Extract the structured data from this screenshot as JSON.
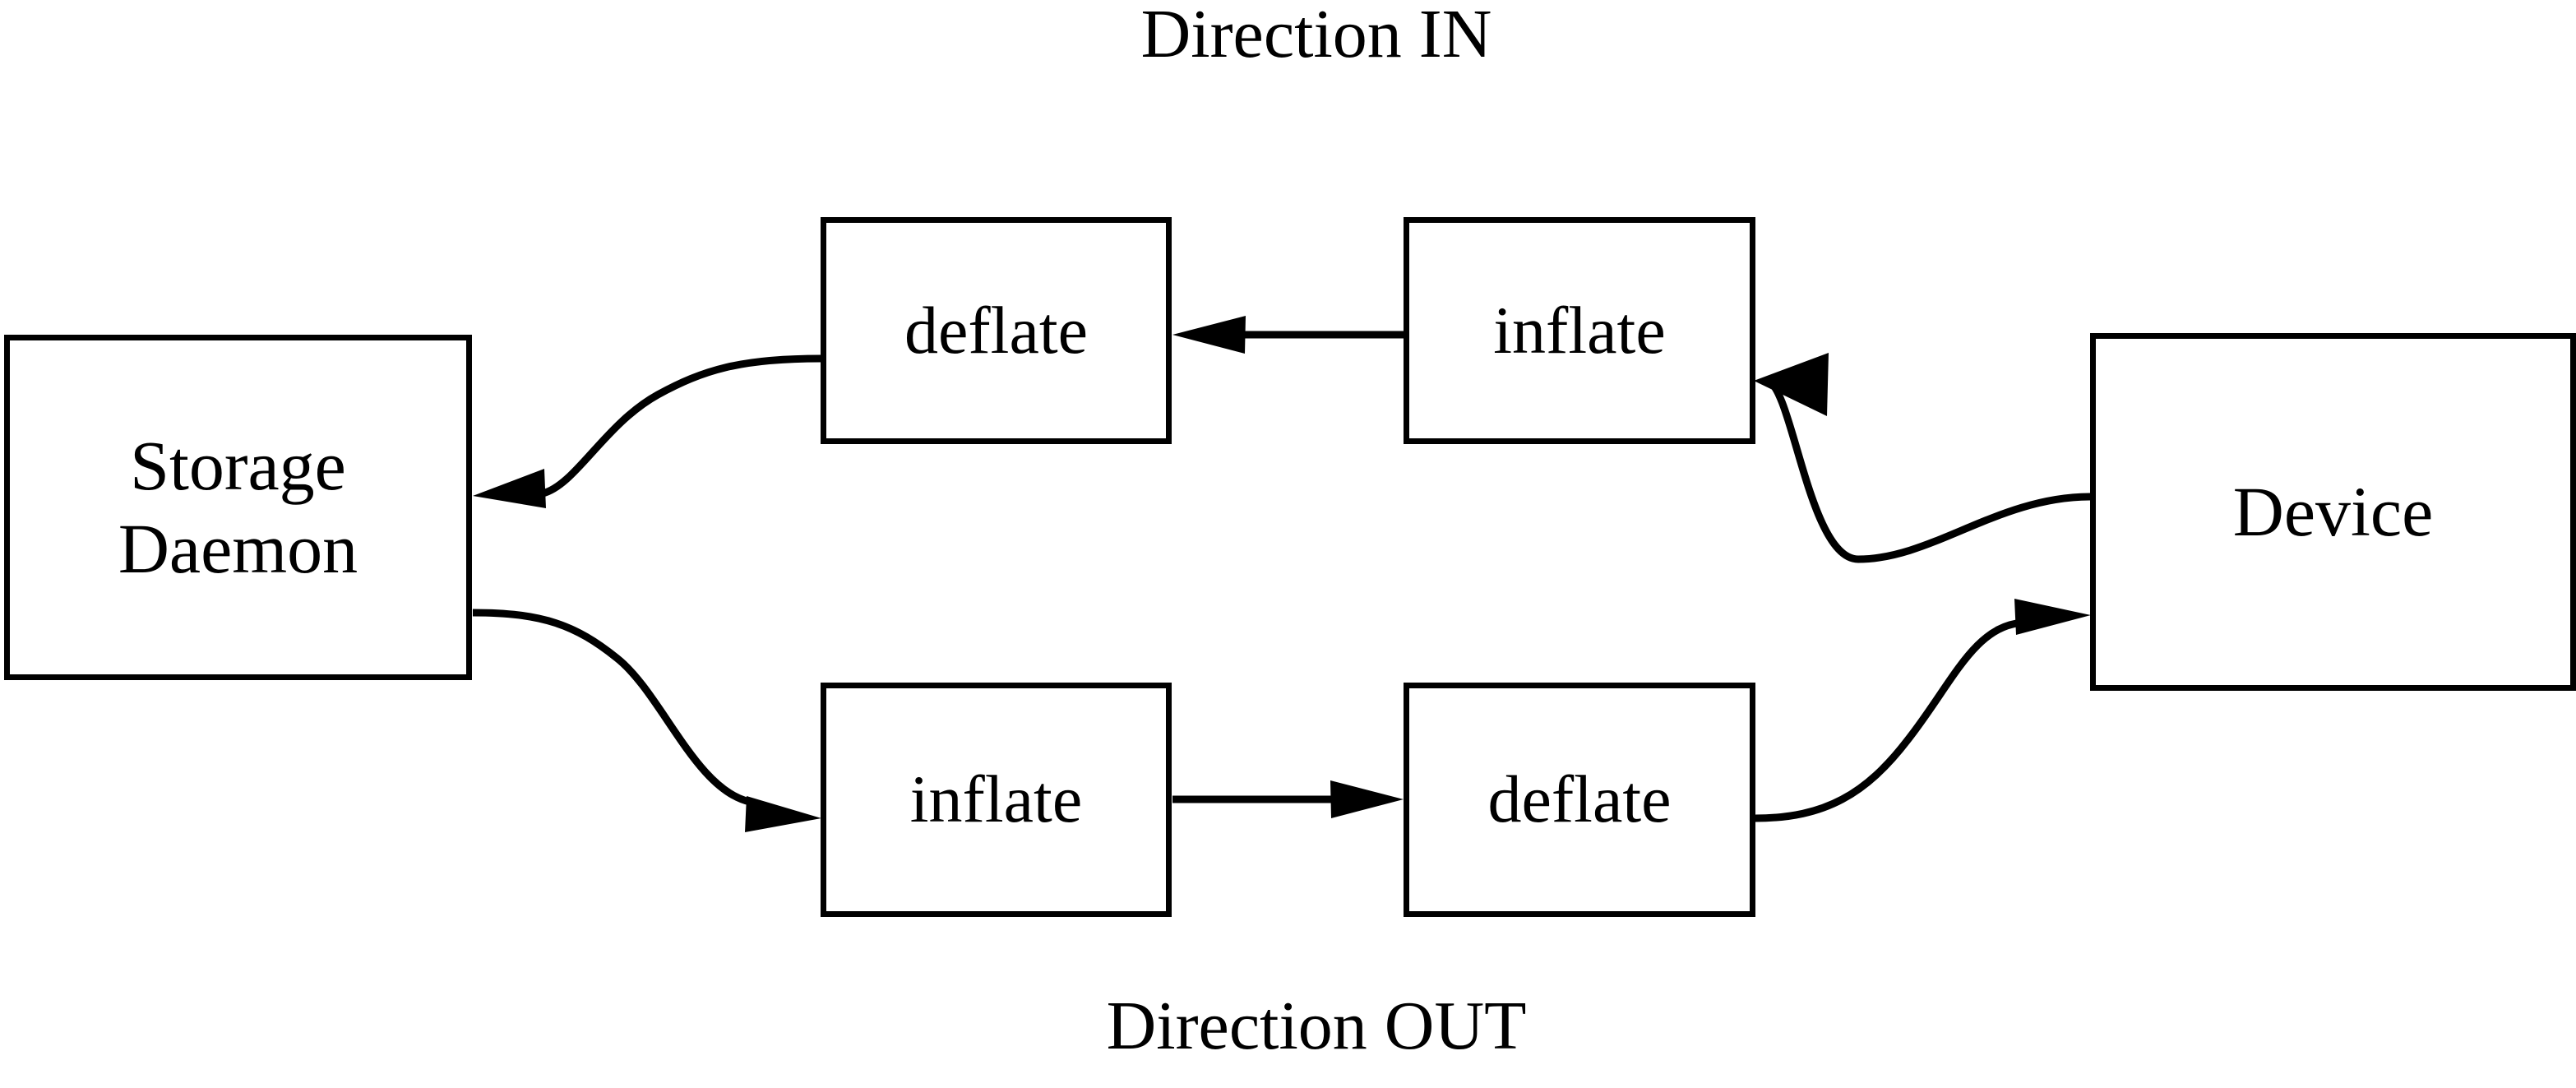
{
  "diagram": {
    "title_top": "Direction IN",
    "title_bottom": "Direction OUT",
    "background_color": "#ffffff",
    "line_color": "#000000",
    "nodes": {
      "storage_daemon": {
        "label_line1": "Storage",
        "label_line2": "Daemon"
      },
      "deflate_in": {
        "label": "deflate"
      },
      "inflate_in": {
        "label": "inflate"
      },
      "device": {
        "label": "Device"
      },
      "inflate_out": {
        "label": "inflate"
      },
      "deflate_out": {
        "label": "deflate"
      }
    },
    "edges": [
      {
        "name": "device-to-inflate-in",
        "from": "Device",
        "to": "inflate",
        "style": "curved",
        "arrow": "left"
      },
      {
        "name": "inflate-in-to-deflate-in",
        "from": "inflate",
        "to": "deflate",
        "style": "straight",
        "arrow": "left"
      },
      {
        "name": "deflate-in-to-storage-daemon",
        "from": "deflate",
        "to": "Storage Daemon",
        "style": "curved",
        "arrow": "left"
      },
      {
        "name": "storage-daemon-to-inflate-out",
        "from": "Storage Daemon",
        "to": "inflate",
        "style": "curved",
        "arrow": "right"
      },
      {
        "name": "inflate-out-to-deflate-out",
        "from": "inflate",
        "to": "deflate",
        "style": "straight",
        "arrow": "right"
      },
      {
        "name": "deflate-out-to-device",
        "from": "deflate",
        "to": "Device",
        "style": "curved",
        "arrow": "right"
      }
    ]
  }
}
